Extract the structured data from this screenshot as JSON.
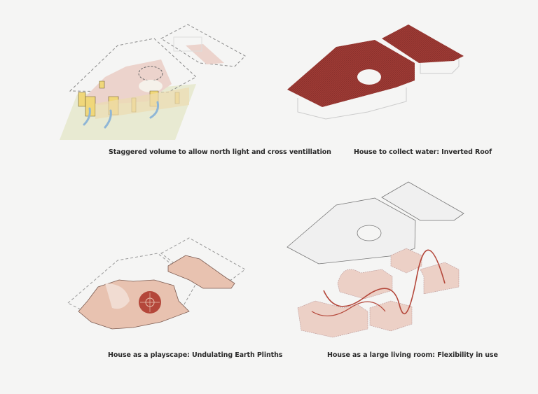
{
  "background": "#f5f5f4",
  "colors": {
    "roof_red": "#9e3b35",
    "plinth_pink": "#e8c2b0",
    "floor_pink": "#ecd3cc",
    "wall_yellow": "#f0d77a",
    "ground_green": "#e8ead2",
    "air_blue": "#8fb6d6",
    "path_red": "#b4473a",
    "line_grey": "#8a8a8a"
  },
  "diagrams": [
    {
      "id": "north-light",
      "caption": "Staggered volume to allow north light and cross ventillation"
    },
    {
      "id": "inverted-roof",
      "caption": "House to collect water: Inverted Roof"
    },
    {
      "id": "playscape",
      "caption": "House as a playscape: Undulating Earth Plinths"
    },
    {
      "id": "living-room",
      "caption": "House as a large living room: Flexibility in use"
    }
  ]
}
